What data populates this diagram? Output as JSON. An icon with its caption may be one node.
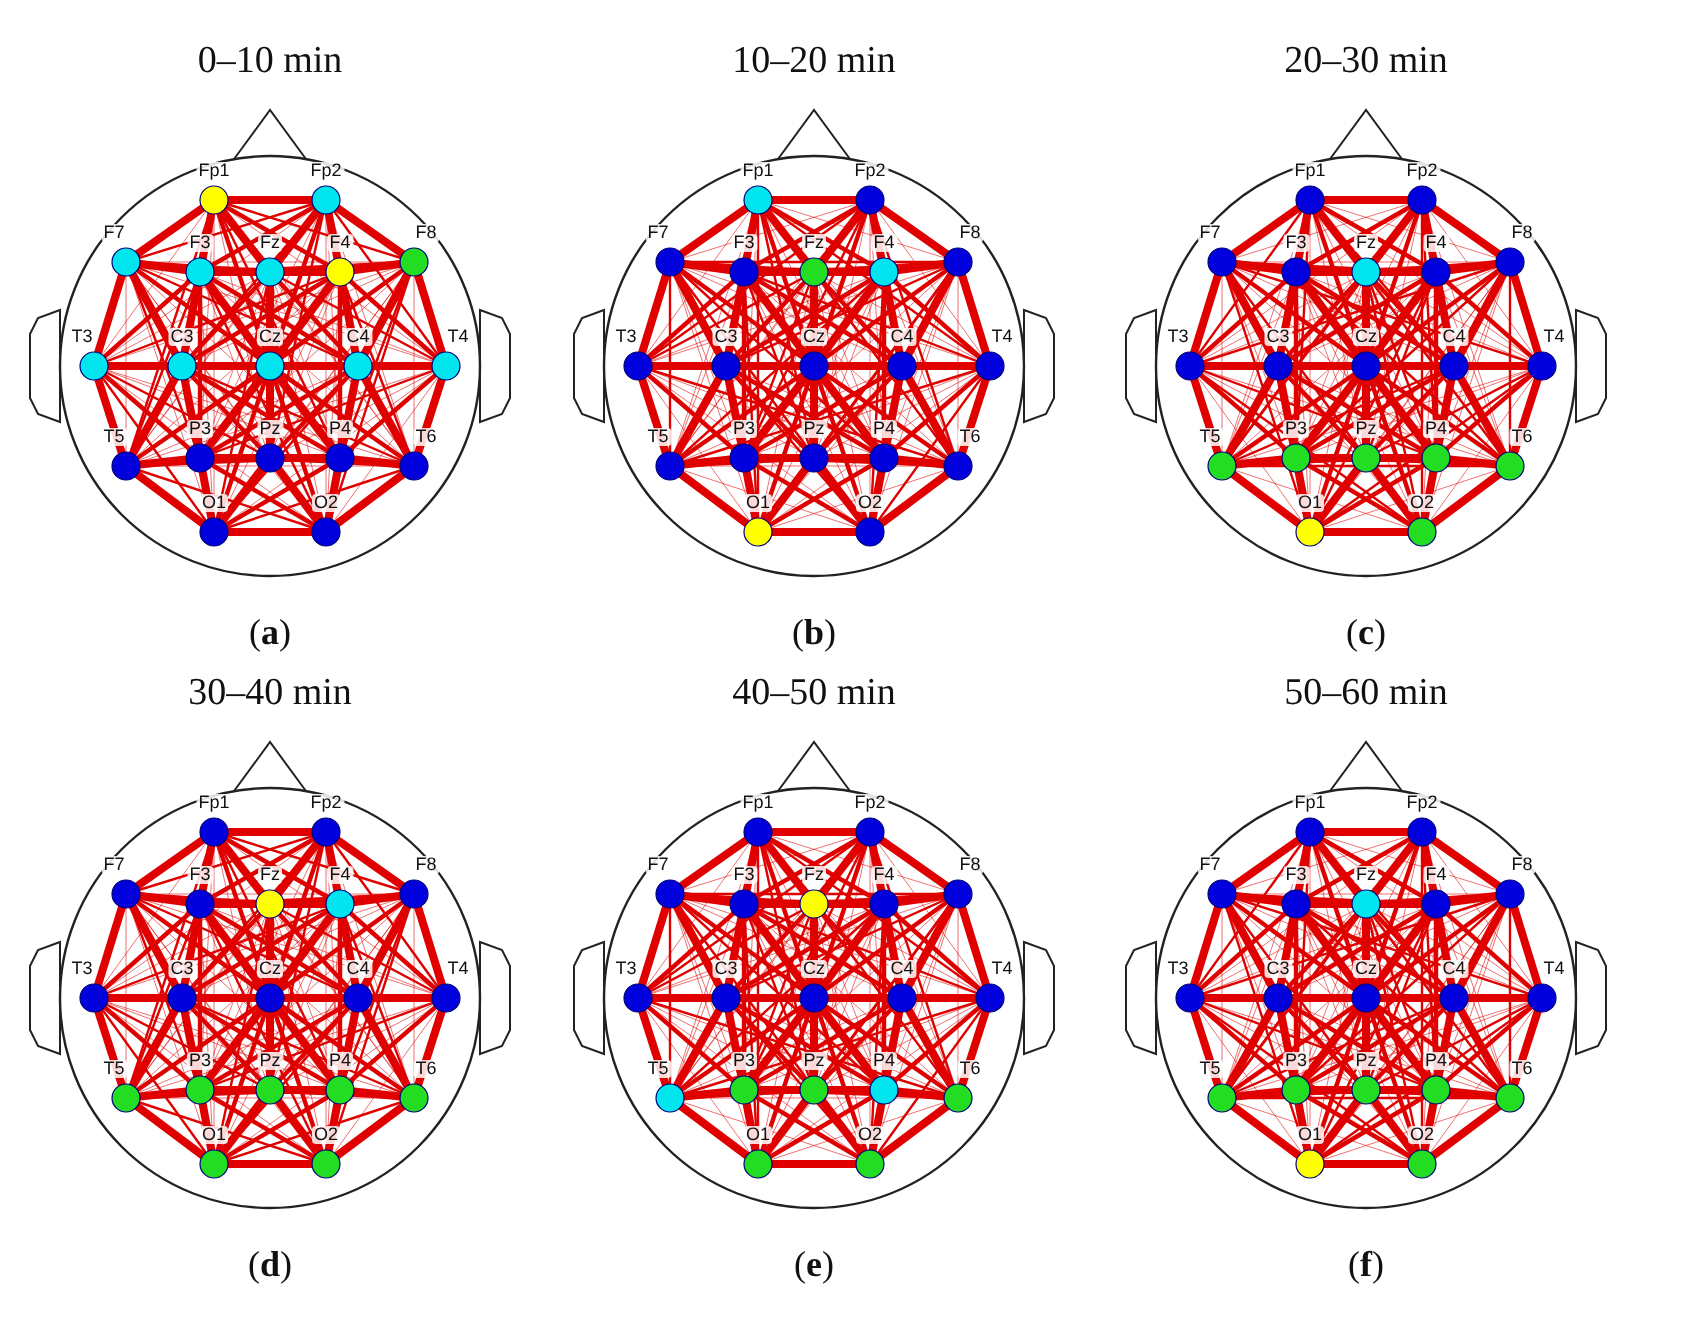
{
  "diagram": {
    "labels": [
      "0–10 min",
      "Fp1",
      "Fp2",
      "F7",
      "F3",
      "Fz",
      "F4",
      "F8",
      "T3",
      "C3",
      "Cz",
      "C4",
      "T4",
      "T5",
      "P3",
      "Pz",
      "P4",
      "T6",
      "O1",
      "O2",
      "(**a**)",
      "10–20 min",
      "Fp1",
      "Fp2",
      "F7",
      "F3",
      "Fz",
      "F4",
      "F8",
      "T3",
      "C3",
      "Cz",
      "C4",
      "T4",
      "T5",
      "P3",
      "Pz",
      "P4",
      "T6",
      "O1",
      "O2",
      "(**b**)",
      "20–30 min",
      "Fp1",
      "Fp2",
      "F7",
      "F3",
      "Fz",
      "F4",
      "F8",
      "T3",
      "C3",
      "Cz",
      "C4",
      "T4",
      "T5",
      "P3",
      "Pz",
      "P4",
      "T6",
      "O1",
      "O2",
      "(**c**)",
      "30–40 min",
      "Fp1",
      "Fp2",
      "F7",
      "F3",
      "Fz",
      "F4",
      "F8",
      "T3",
      "C3",
      "Cz",
      "C4",
      "T4",
      "T5",
      "P3",
      "Pz",
      "P4",
      "T6",
      "O1",
      "O2",
      "(**d**)",
      "40–50 min",
      "Fp1",
      "Fp2",
      "F7",
      "F3",
      "Fz",
      "F4",
      "F8",
      "T3",
      "C3",
      "Cz",
      "C4",
      "T4",
      "T5",
      "P3",
      "Pz",
      "P4",
      "T6",
      "O1",
      "O2",
      "(**e**)",
      "50–60 min",
      "Fp1",
      "Fp2",
      "F7",
      "F3",
      "Fz",
      "F4",
      "F8",
      "T3",
      "C3",
      "Cz",
      "C4",
      "T4",
      "T5",
      "P3",
      "Pz",
      "P4",
      "T6",
      "O1",
      "O2",
      "(**f**)"
    ]
  }
}
